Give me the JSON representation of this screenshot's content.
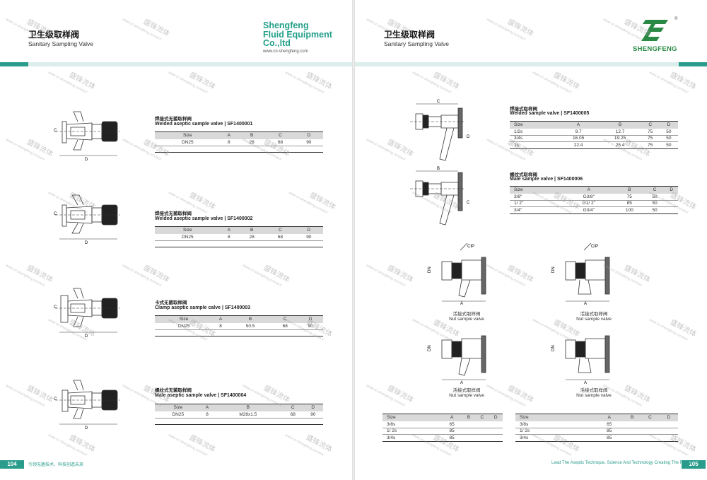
{
  "left_page": {
    "header_zh": "卫生级取样阀",
    "header_en": "Sanitary Sampling Valve",
    "page_number": "104",
    "footer_text": "引领无菌技术，科技创造未来"
  },
  "right_page": {
    "header_zh": "卫生级取样阀",
    "header_en": "Sanitary Sampling Valve",
    "page_number": "105",
    "footer_text": "Lead The Aseptic Technique, Science And Technology Creating The Future"
  },
  "brand": {
    "line1": "Shengfeng",
    "line2": "Fluid Equipment",
    "line3": "Co.,ltd",
    "url": "www.cn-shengfeng.com",
    "logo_text": "SHENGFENG",
    "registered": "®",
    "accent_color": "#2a9c8c",
    "brand_green": "#24a08a"
  },
  "watermark": {
    "zh": "盛锋流体",
    "url": "www.cn-shengfeng.com/en/"
  },
  "dimension_labels": {
    "A": "A",
    "B": "B",
    "C": "C",
    "D": "D",
    "CIP": "CIP",
    "DN": "DN"
  },
  "products_left": [
    {
      "title_zh": "焊接式无菌取样阀",
      "title_en": "Welded aseptic sample valve",
      "code": "SF1400001",
      "headers": [
        "Size",
        "A",
        "B",
        "C",
        "D"
      ],
      "rows": [
        [
          "DN25",
          "8",
          "28",
          "68",
          "90"
        ]
      ]
    },
    {
      "title_zh": "焊接式无菌取样阀",
      "title_en": "Welded aseptic sample valve",
      "code": "SF1400002",
      "headers": [
        "Size",
        "A",
        "B",
        "C",
        "D"
      ],
      "rows": [
        [
          "DN25",
          "8",
          "28",
          "68",
          "90"
        ]
      ]
    },
    {
      "title_zh": "卡式无菌取样阀",
      "title_en": "Clamp aseptic sample calve",
      "code": "SF1400003",
      "headers": [
        "Size",
        "A",
        "B",
        "C",
        "D"
      ],
      "rows": [
        [
          "DN25",
          "8",
          "50.5",
          "68",
          "90"
        ]
      ]
    },
    {
      "title_zh": "螺纹式无菌取样阀",
      "title_en": "Male aseptic sample valve",
      "code": "SF1400004",
      "headers": [
        "Size",
        "A",
        "B",
        "C",
        "D"
      ],
      "rows": [
        [
          "DN25",
          "8",
          "M28x1.5",
          "68",
          "90"
        ]
      ]
    }
  ],
  "products_right": [
    {
      "title_zh": "焊接式取样阀",
      "title_en": "Welded sample valve",
      "code": "SF1400005",
      "headers": [
        "Size",
        "A",
        "B",
        "C",
        "D"
      ],
      "rows": [
        [
          "1/2s",
          "9.7",
          "12.7",
          "75",
          "50"
        ],
        [
          "3/4s",
          "16.05",
          "19.25",
          "75",
          "50"
        ],
        [
          "1s",
          "22.4",
          "25.4",
          "75",
          "50"
        ]
      ]
    },
    {
      "title_zh": "螺纹式取样阀",
      "title_en": "Male sample valve",
      "code": "SF1400006",
      "headers": [
        "Size",
        "A",
        "B",
        "C",
        "D"
      ],
      "rows": [
        [
          "3/8\"",
          "G3/8\"",
          "75",
          "50",
          ""
        ],
        [
          "1/ 2\"",
          "G1/ 2\"",
          "85",
          "50",
          ""
        ],
        [
          "3/4\"",
          "G3/4\"",
          "100",
          "50",
          ""
        ]
      ]
    }
  ],
  "nut_captions": [
    {
      "zh": "活接式取样阀",
      "en": "Nut sample valve"
    },
    {
      "zh": "活接式取样阀",
      "en": "Nut sample valve"
    },
    {
      "zh": "活接式取样阀",
      "en": "Nut sample valve"
    },
    {
      "zh": "活接式取样阀",
      "en": "Nut sample valve"
    }
  ],
  "nut_tables": [
    {
      "headers": [
        "Size",
        "A",
        "B",
        "C",
        "D"
      ],
      "rows": [
        [
          "3/8s",
          "65",
          "",
          "",
          ""
        ],
        [
          "1/ 2s",
          "85",
          "",
          "",
          ""
        ],
        [
          "3/4s",
          "85",
          "",
          "",
          ""
        ]
      ]
    },
    {
      "headers": [
        "Size",
        "A",
        "B",
        "C",
        "D"
      ],
      "rows": [
        [
          "3/8s",
          "65",
          "",
          "",
          ""
        ],
        [
          "1/ 2s",
          "85",
          "",
          "",
          ""
        ],
        [
          "3/4s",
          "85",
          "",
          "",
          ""
        ]
      ]
    }
  ]
}
